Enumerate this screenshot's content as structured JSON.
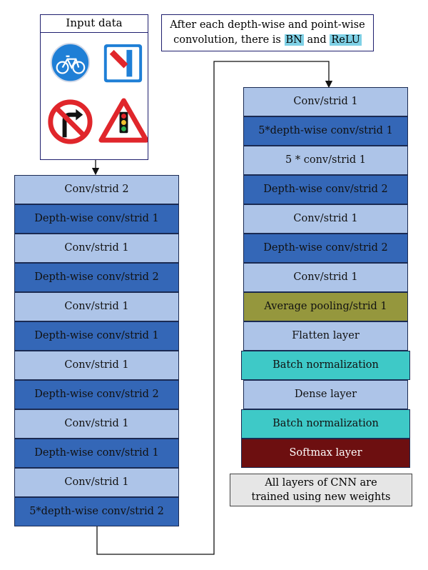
{
  "input_box": {
    "title": "Input data",
    "signs": [
      "bicycle-sign-icon",
      "one-way-turn-sign-icon",
      "no-right-turn-sign-icon",
      "traffic-light-warning-sign-icon"
    ]
  },
  "note": {
    "line1": "After each depth-wise and point-wise",
    "line2_prefix": "convolution, there is ",
    "bn": "BN",
    "and": " and ",
    "relu": "ReLU"
  },
  "left_column": [
    {
      "label": "Conv/strid 2",
      "style": "light"
    },
    {
      "label": "Depth-wise conv/strid 1",
      "style": "dark"
    },
    {
      "label": "Conv/strid 1",
      "style": "light"
    },
    {
      "label": "Depth-wise conv/strid 2",
      "style": "dark"
    },
    {
      "label": "Conv/strid 1",
      "style": "light"
    },
    {
      "label": "Depth-wise conv/strid 1",
      "style": "dark"
    },
    {
      "label": "Conv/strid 1",
      "style": "light"
    },
    {
      "label": "Depth-wise conv/strid 2",
      "style": "dark"
    },
    {
      "label": "Conv/strid 1",
      "style": "light"
    },
    {
      "label": "Depth-wise conv/strid 1",
      "style": "dark"
    },
    {
      "label": "Conv/strid 1",
      "style": "light"
    },
    {
      "label": "5*depth-wise conv/strid 2",
      "style": "dark"
    }
  ],
  "right_column": [
    {
      "label": "Conv/strid 1",
      "style": "light"
    },
    {
      "label": "5*depth-wise conv/strid 1",
      "style": "dark"
    },
    {
      "label": "5 * conv/strid 1",
      "style": "light"
    },
    {
      "label": "Depth-wise conv/strid 2",
      "style": "dark"
    },
    {
      "label": "Conv/strid 1",
      "style": "light"
    },
    {
      "label": "Depth-wise conv/strid 2",
      "style": "dark"
    },
    {
      "label": "Conv/strid 1",
      "style": "light"
    },
    {
      "label": "Average pooling/strid 1",
      "style": "olive"
    },
    {
      "label": "Flatten layer",
      "style": "light"
    },
    {
      "label": "Batch normalization",
      "style": "teal"
    },
    {
      "label": "Dense layer",
      "style": "light"
    },
    {
      "label": "Batch normalization",
      "style": "teal"
    },
    {
      "label": "Softmax layer",
      "style": "maroon"
    }
  ],
  "footer_note": {
    "line1": "All layers of CNN are",
    "line2": "trained using new weights"
  },
  "colors": {
    "light": "#adc4e8",
    "dark": "#3467b7",
    "olive": "#95973d",
    "teal": "#3ec9c7",
    "maroon": "#6d0f10",
    "sign_red": "#e0262b",
    "sign_blue": "#1f7fd6"
  }
}
